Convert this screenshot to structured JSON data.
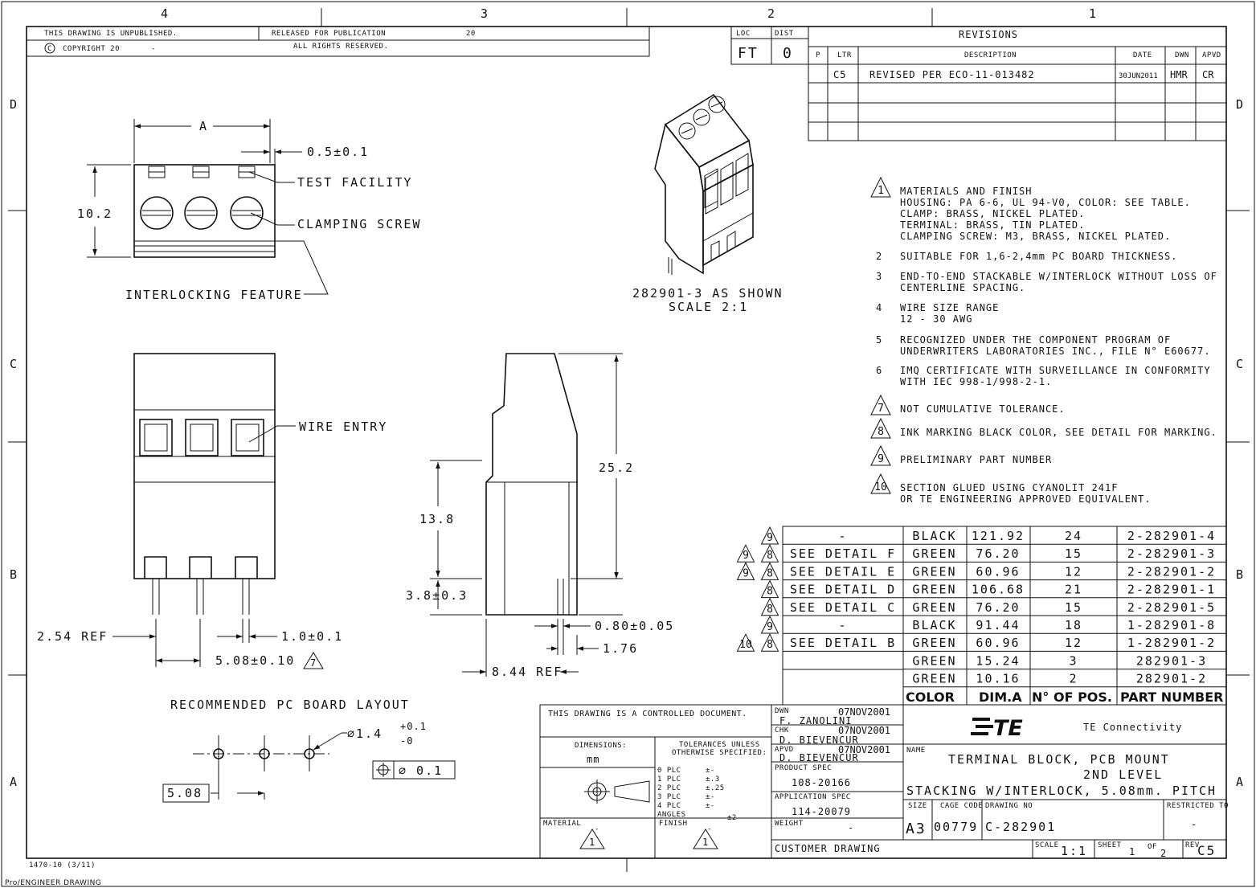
{
  "zones": {
    "cols": [
      "4",
      "3",
      "2",
      "1"
    ],
    "rows": [
      "D",
      "C",
      "B",
      "A"
    ]
  },
  "header": {
    "unpublished": "THIS DRAWING IS UNPUBLISHED.",
    "copyright": "COPYRIGHT 20",
    "copyright_dash": "-",
    "copyright_symbol": "C",
    "released": "RELEASED FOR PUBLICATION",
    "released_year": "20",
    "rights": "ALL RIGHTS RESERVED.",
    "loc_label": "LOC",
    "loc_value": "FT",
    "dist_label": "DIST",
    "dist_value": "0"
  },
  "revisions": {
    "title": "REVISIONS",
    "headers": {
      "p": "P",
      "ltr": "LTR",
      "description": "DESCRIPTION",
      "date": "DATE",
      "dwn": "DWN",
      "apvd": "APVD"
    },
    "rows": [
      {
        "ltr": "C5",
        "description": "REVISED PER ECO-11-013482",
        "date": "30JUN2011",
        "dwn": "HMR",
        "apvd": "CR"
      }
    ]
  },
  "views": {
    "dim_a": "A",
    "dim_test": "0.5±0.1",
    "test_facility": "TEST FACILITY",
    "dim_height": "10.2",
    "clamping_screw": "CLAMPING SCREW",
    "interlocking": "INTERLOCKING FEATURE",
    "iso_caption": "282901-3 AS SHOWN",
    "iso_scale": "SCALE  2:1",
    "wire_entry": "WIRE ENTRY",
    "dim_25": "25.2",
    "dim_13": "13.8",
    "dim_38": "3.8±0.3",
    "dim_080": "0.80±0.05",
    "dim_176": "1.76",
    "dim_844": "8.44 REF",
    "dim_254": "2.54 REF",
    "dim_10": "1.0±0.1",
    "dim_508tol": "5.08±0.10",
    "flag_7": "7",
    "pcb_title": "RECOMMENDED PC BOARD LAYOUT",
    "hole_dia": "∅1.4",
    "hole_tol_plus": "+0.1",
    "hole_tol_minus": "-0",
    "position_tol": "∅ 0.1",
    "pitch_box": "5.08"
  },
  "notes": [
    {
      "n": "1",
      "flag": true,
      "lines": [
        "MATERIALS AND FINISH",
        "HOUSING: PA 6-6, UL 94-V0, COLOR: SEE TABLE.",
        "CLAMP: BRASS, NICKEL PLATED.",
        "TERMINAL: BRASS, TIN PLATED.",
        "CLAMPING SCREW: M3, BRASS, NICKEL PLATED."
      ]
    },
    {
      "n": "2",
      "flag": false,
      "lines": [
        "SUITABLE FOR 1,6-2,4mm PC BOARD THICKNESS."
      ]
    },
    {
      "n": "3",
      "flag": false,
      "lines": [
        "END-TO-END STACKABLE W/INTERLOCK WITHOUT LOSS OF",
        "CENTERLINE SPACING."
      ]
    },
    {
      "n": "4",
      "flag": false,
      "lines": [
        "WIRE SIZE RANGE",
        "12 - 30 AWG"
      ]
    },
    {
      "n": "5",
      "flag": false,
      "lines": [
        "RECOGNIZED UNDER THE COMPONENT PROGRAM OF",
        "UNDERWRITERS LABORATORIES INC., FILE N° E60677."
      ]
    },
    {
      "n": "6",
      "flag": false,
      "lines": [
        "IMQ CERTIFICATE WITH SURVEILLANCE IN CONFORMITY",
        "WITH IEC 998-1/998-2-1."
      ]
    },
    {
      "n": "7",
      "flag": true,
      "lines": [
        "NOT CUMULATIVE TOLERANCE."
      ]
    },
    {
      "n": "8",
      "flag": true,
      "lines": [
        "INK MARKING BLACK COLOR, SEE DETAIL FOR MARKING."
      ]
    },
    {
      "n": "9",
      "flag": true,
      "lines": [
        "PRELIMINARY PART NUMBER"
      ]
    },
    {
      "n": "10",
      "flag": true,
      "lines": [
        "SECTION GLUED USING CYANOLIT 241F",
        "OR TE ENGINEERING APPROVED EQUIVALENT."
      ]
    }
  ],
  "parts": {
    "headers": {
      "color": "COLOR",
      "dim": "DIM.A",
      "pos": "N° OF POS.",
      "pn": "PART NUMBER"
    },
    "rows": [
      {
        "flags": [
          "9"
        ],
        "detail": "-",
        "color": "BLACK",
        "dim": "121.92",
        "pos": "24",
        "pn": "2-282901-4"
      },
      {
        "flags": [
          "9",
          "8"
        ],
        "detail": "SEE DETAIL F",
        "color": "GREEN",
        "dim": "76.20",
        "pos": "15",
        "pn": "2-282901-3"
      },
      {
        "flags": [
          "9",
          "8"
        ],
        "detail": "SEE DETAIL E",
        "color": "GREEN",
        "dim": "60.96",
        "pos": "12",
        "pn": "2-282901-2"
      },
      {
        "flags": [
          "8"
        ],
        "detail": "SEE DETAIL D",
        "color": "GREEN",
        "dim": "106.68",
        "pos": "21",
        "pn": "2-282901-1"
      },
      {
        "flags": [
          "8"
        ],
        "detail": "SEE DETAIL C",
        "color": "GREEN",
        "dim": "76.20",
        "pos": "15",
        "pn": "2-282901-5"
      },
      {
        "flags": [
          "9"
        ],
        "detail": "-",
        "color": "BLACK",
        "dim": "91.44",
        "pos": "18",
        "pn": "1-282901-8"
      },
      {
        "flags": [
          "10",
          "8"
        ],
        "detail": "SEE DETAIL B",
        "color": "GREEN",
        "dim": "60.96",
        "pos": "12",
        "pn": "1-282901-2"
      },
      {
        "flags": [],
        "detail": "",
        "color": "GREEN",
        "dim": "15.24",
        "pos": "3",
        "pn": "282901-3"
      },
      {
        "flags": [],
        "detail": "",
        "color": "GREEN",
        "dim": "10.16",
        "pos": "2",
        "pn": "282901-2"
      }
    ]
  },
  "title_block": {
    "controlled": "THIS DRAWING IS A CONTROLLED DOCUMENT.",
    "dwn_label": "DWN",
    "dwn_date": "07NOV2001",
    "dwn_name": "F. ZANOLINI",
    "chk_label": "CHK",
    "chk_date": "07NOV2001",
    "chk_name": "D. BIEVENCUR",
    "apvd_label": "APVD",
    "apvd_date": "07NOV2001",
    "apvd_name": "D. BIEVENCUR",
    "product_spec_label": "PRODUCT SPEC",
    "product_spec": "108-20166",
    "app_spec_label": "APPLICATION SPEC",
    "app_spec": "114-20079",
    "weight_label": "WEIGHT",
    "weight": "-",
    "customer": "CUSTOMER DRAWING",
    "dimensions_label": "DIMENSIONS:",
    "dimensions_unit": "mm",
    "tol_title1": "TOLERANCES UNLESS",
    "tol_title2": "OTHERWISE SPECIFIED:",
    "tolerances": [
      {
        "k": "0 PLC",
        "v": "±-"
      },
      {
        "k": "1 PLC",
        "v": "±.3"
      },
      {
        "k": "2 PLC",
        "v": "±.25"
      },
      {
        "k": "3 PLC",
        "v": "±-"
      },
      {
        "k": "4 PLC",
        "v": "±-"
      },
      {
        "k": "ANGLES",
        "v": "±2"
      }
    ],
    "material_label": "MATERIAL",
    "material_value": "-",
    "finish_label": "FINISH",
    "finish_value": "-",
    "flag_1": "1",
    "logo": "TE",
    "company": "TE Connectivity",
    "name_label": "NAME",
    "name_l1": "TERMINAL BLOCK, PCB MOUNT",
    "name_l2": "2ND LEVEL",
    "name_l3": "STACKING W/INTERLOCK, 5.08mm. PITCH",
    "size_label": "SIZE",
    "size": "A3",
    "cage_label": "CAGE CODE",
    "cage": "00779",
    "drawing_no_label": "DRAWING NO",
    "drawing_no": "C-282901",
    "restricted_label": "RESTRICTED TO",
    "restricted": "-",
    "scale_label": "SCALE",
    "scale": "1:1",
    "sheet_label": "SHEET",
    "sheet": "1",
    "of_label": "OF",
    "of": "2",
    "rev_label": "REV",
    "rev": "C5"
  },
  "footer": {
    "form_id": "1470-10 (3/11)",
    "software": "Pro/ENGINEER DRAWING"
  }
}
